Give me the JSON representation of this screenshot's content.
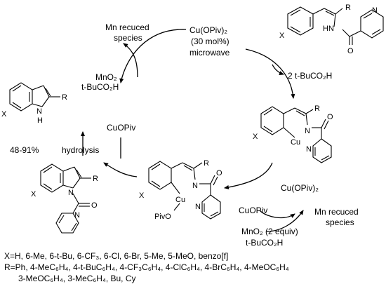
{
  "labels": {
    "catalyst_line1": "Cu(OPiv)₂",
    "catalyst_line2": "(30 mol%)",
    "catalyst_line3": "microwave",
    "mn_top_line1": "Mn recuced",
    "mn_top_line2": "species",
    "mno2_top_line1": "MnO₂",
    "mno2_top_line2": "t-BuCO₂H",
    "release_acid": "2 t-BuCO₂H",
    "cuopiv_center": "CuOPiv",
    "yield": "48-91%",
    "hydrolysis": "hydrolysis",
    "cu_opiv2_right": "Cu(OPiv)₂",
    "cuopiv_right": "CuOPiv",
    "mn_right_line1": "Mn recuced",
    "mn_right_line2": "species",
    "mno2_bottom_line1": "MnO₂ (2 equiv)",
    "mno2_bottom_line2": "t-BuCO₂H"
  },
  "atoms": {
    "X": "X",
    "R": "R",
    "N": "N",
    "O": "O",
    "H": "H",
    "NH": "NH",
    "HN": "HN",
    "Cu": "Cu",
    "PivO": "PivO"
  },
  "footnote": {
    "x_line": "X=H, 6-Me, 6-t-Bu, 6-CF₃, 6-Cl, 6-Br, 5-Me, 5-MeO, benzo[f]",
    "r_line1": "R=Ph, 4-MeC₆H₄, 4-t-BuC₆H₄, 4-CF₃C₆H₄, 4-ClC₆H₄, 4-BrC₆H₄, 4-MeOC₆H₄",
    "r_line2": "3-MeOC₆H₄, 3-MeC₆H₄, Bu, Cy"
  }
}
